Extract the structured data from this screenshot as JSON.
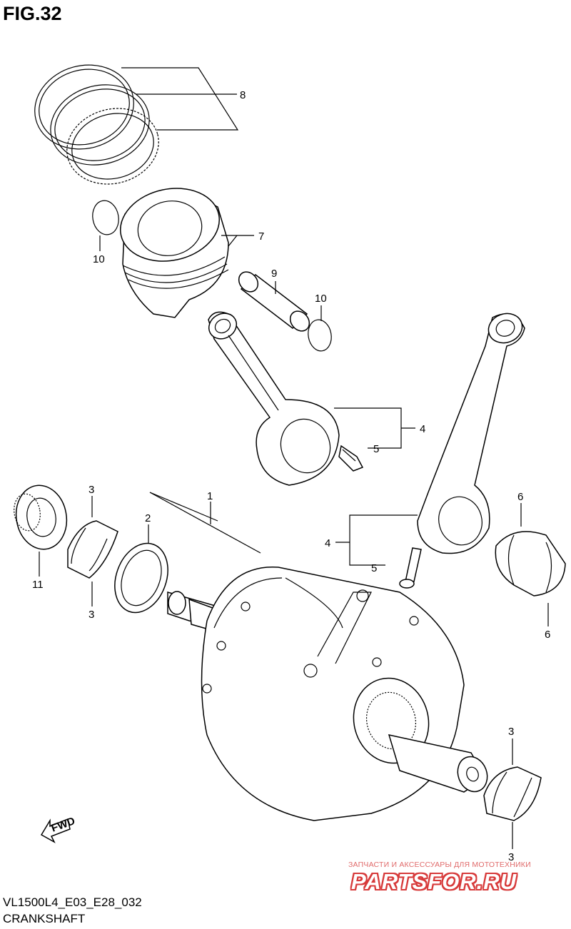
{
  "header": {
    "title": "FIG.32"
  },
  "footer": {
    "code": "VL1500L4_E03_E28_032",
    "name": "CRANKSHAFT"
  },
  "watermark": {
    "tagline": "ЗАПЧАСТИ И АКСЕССУАРЫ ДЛЯ МОТОТЕХНИКИ",
    "logo": "PARTSFOR.RU",
    "color": "#d73a3a"
  },
  "fwd_label": "FWD",
  "callouts": {
    "c1": "1",
    "c2": "2",
    "c3a": "3",
    "c3b": "3",
    "c3c": "3",
    "c3d": "3",
    "c4a": "4",
    "c4b": "4",
    "c5a": "5",
    "c5b": "5",
    "c6a": "6",
    "c6b": "6",
    "c7": "7",
    "c8": "8",
    "c9": "9",
    "c10a": "10",
    "c10b": "10",
    "c11": "11"
  }
}
